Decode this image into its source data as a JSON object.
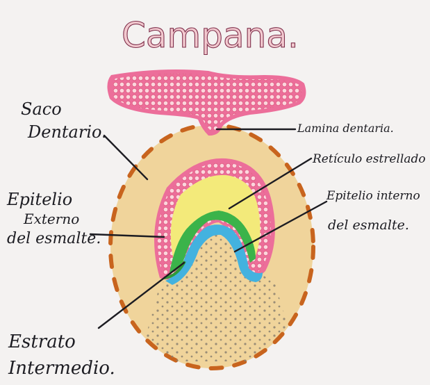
{
  "title": "Campana.",
  "labels": {
    "saco_dentario": [
      "Saco",
      "Dentario."
    ],
    "lamina_dentaria": [
      "Lamina dentaria."
    ],
    "reticulo": [
      "Retículo estrellado"
    ],
    "epitelio_interno": [
      "Epitelio interno",
      "del esmalte."
    ],
    "epitelio_externo": [
      "Epitelio",
      "Externo",
      "del esmalte."
    ],
    "estrato_intermedio": [
      "Estrato",
      "Intermedio."
    ]
  },
  "colors": {
    "paper": "#f4f2f1",
    "saco_fill": "#efcf8c",
    "saco_dash": "#c8641e",
    "pink": "#ec6e9a",
    "pink_cells": "#fbd6dd",
    "yellow": "#f3ea7a",
    "green": "#3bb34a",
    "blue": "#43b2df",
    "papila_dots": "#8a8070",
    "ink": "#1c1c22"
  }
}
